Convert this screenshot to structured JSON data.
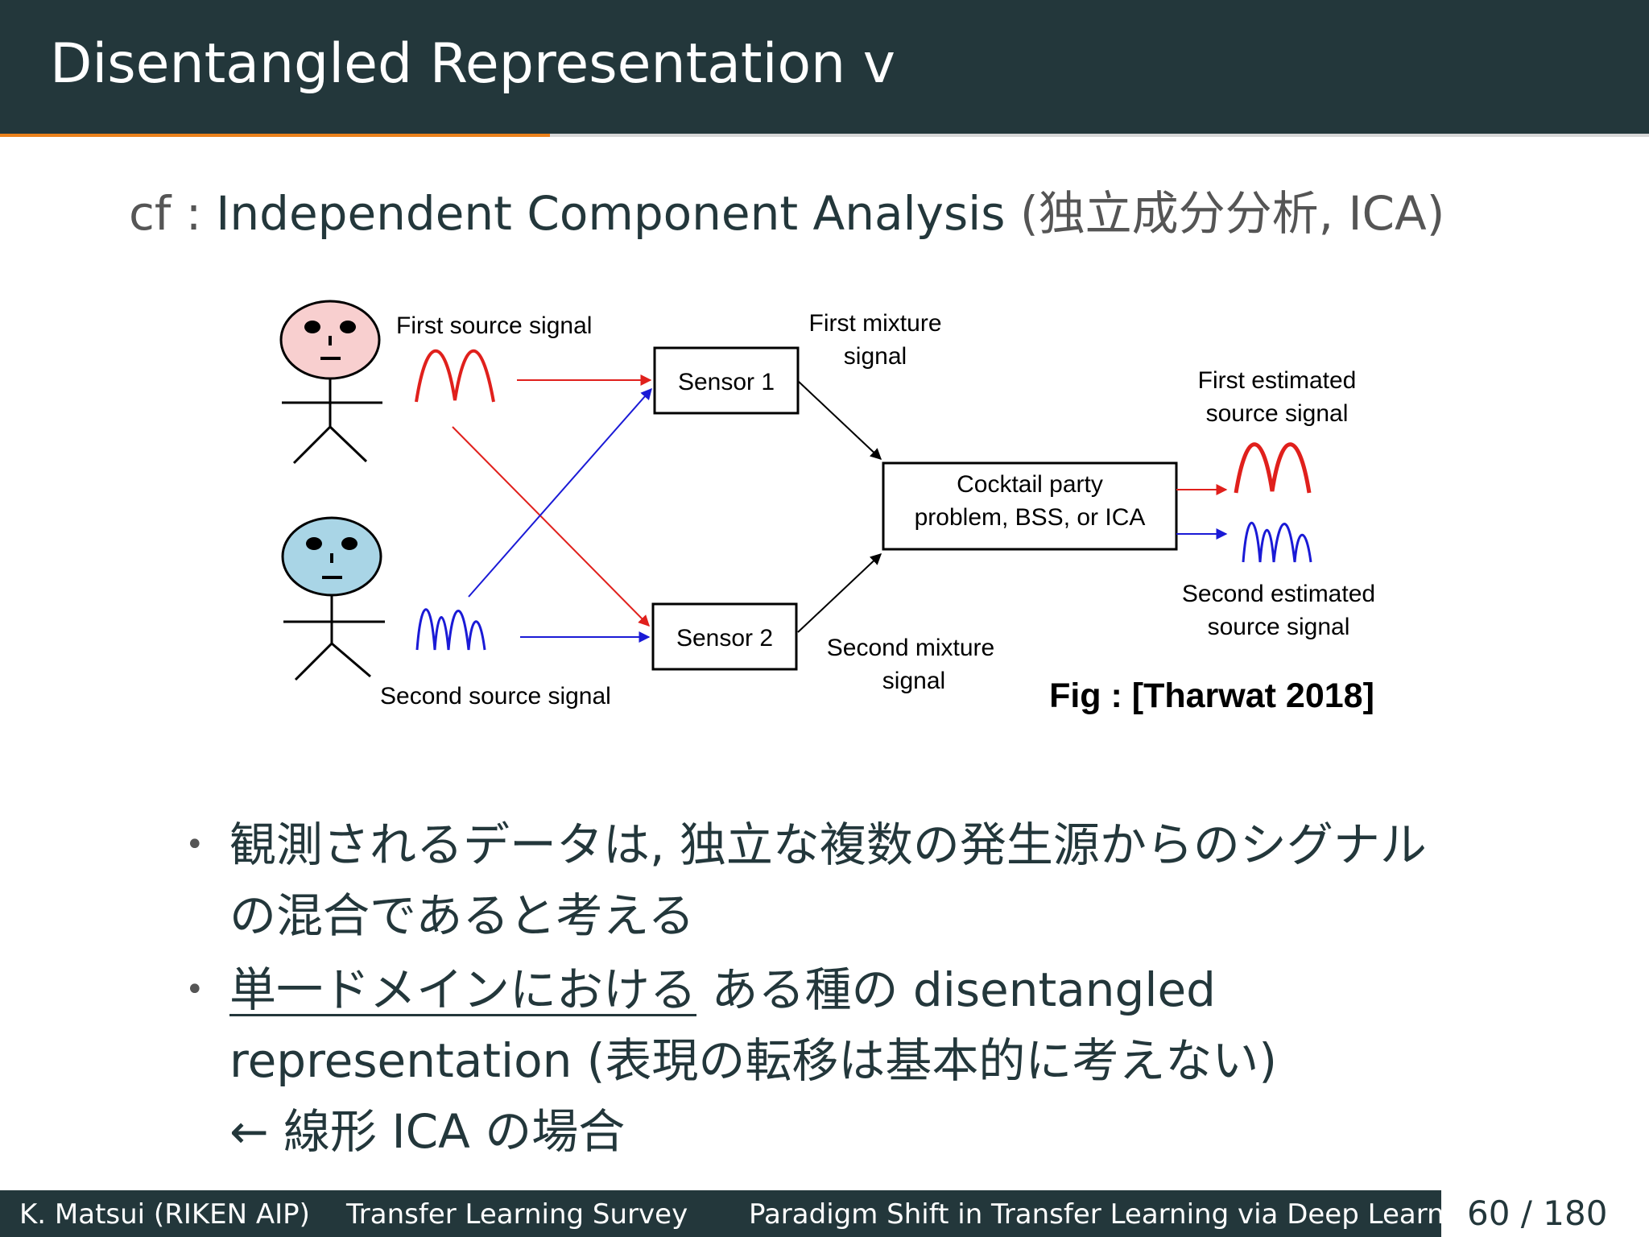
{
  "header": {
    "title": "Disentangled Representation v",
    "progress_fraction": 0.3333
  },
  "cf_line": {
    "prefix": "cf :",
    "main": "Independent Component Analysis",
    "paren": "(独立成分分析, ICA)"
  },
  "figure": {
    "first_source_label": "First source signal",
    "second_source_label": "Second source signal",
    "sensor1_label": "Sensor 1",
    "sensor2_label": "Sensor 2",
    "first_mixture_label": [
      "First mixture",
      "signal"
    ],
    "second_mixture_label": [
      "Second mixture",
      "signal"
    ],
    "box_label": [
      "Cocktail party",
      "problem, BSS, or ICA"
    ],
    "first_estimated_label": [
      "First estimated",
      "source signal"
    ],
    "second_estimated_label": [
      "Second estimated",
      "source signal"
    ],
    "citation": "Fig : [Tharwat 2018]",
    "colors": {
      "first_face": "#f8cfcf",
      "second_face": "#a9d5e6",
      "red": "#e0201c",
      "blue": "#1a1ad6"
    }
  },
  "bullets": [
    {
      "lines": [
        "観測されるデータは, 独立な複数の発生源からのシグナル",
        "の混合であると考える"
      ]
    },
    {
      "underlined": "単一ドメインにおける",
      "rest_first_line": " ある種の disentangled",
      "line2": "representation (表現の転移は基本的に考えない)",
      "line3": "← 線形 ICA の場合"
    }
  ],
  "footer": {
    "author": "K. Matsui (RIKEN AIP)",
    "short_title": "Transfer Learning Survey",
    "talk_title": "Paradigm Shift in Transfer Learning via Deep Learning",
    "page": "60 / 180"
  }
}
